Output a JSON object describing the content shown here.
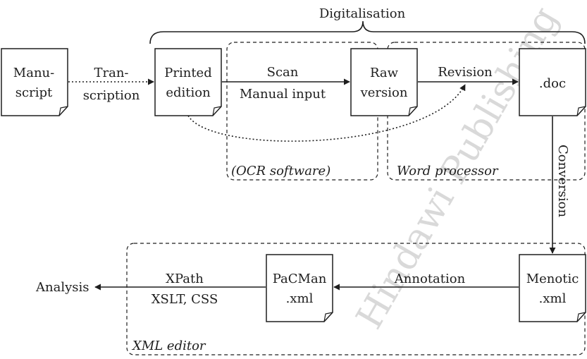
{
  "watermark": "Hindawi Publishing Company",
  "brace_label": "Digitalisation",
  "nodes": {
    "manuscript": [
      "Manu-",
      "script"
    ],
    "printed": [
      "Printed",
      "edition"
    ],
    "raw": [
      "Raw",
      "version"
    ],
    "doc": [
      ".doc"
    ],
    "menotic": [
      "Menotic",
      ".xml"
    ],
    "pacman": [
      "PaCMan",
      ".xml"
    ]
  },
  "edges": {
    "transcription": [
      "Tran-",
      "scription"
    ],
    "scan": "Scan",
    "manual_input": "Manual input",
    "revision": "Revision",
    "conversion": "Conversion",
    "annotation": "Annotation",
    "xpath": "XPath",
    "xslt_css": "XSLT, CSS"
  },
  "regions": {
    "ocr": "(OCR software)",
    "word": "Word processor",
    "xml": "XML editor"
  },
  "output": "Analysis"
}
